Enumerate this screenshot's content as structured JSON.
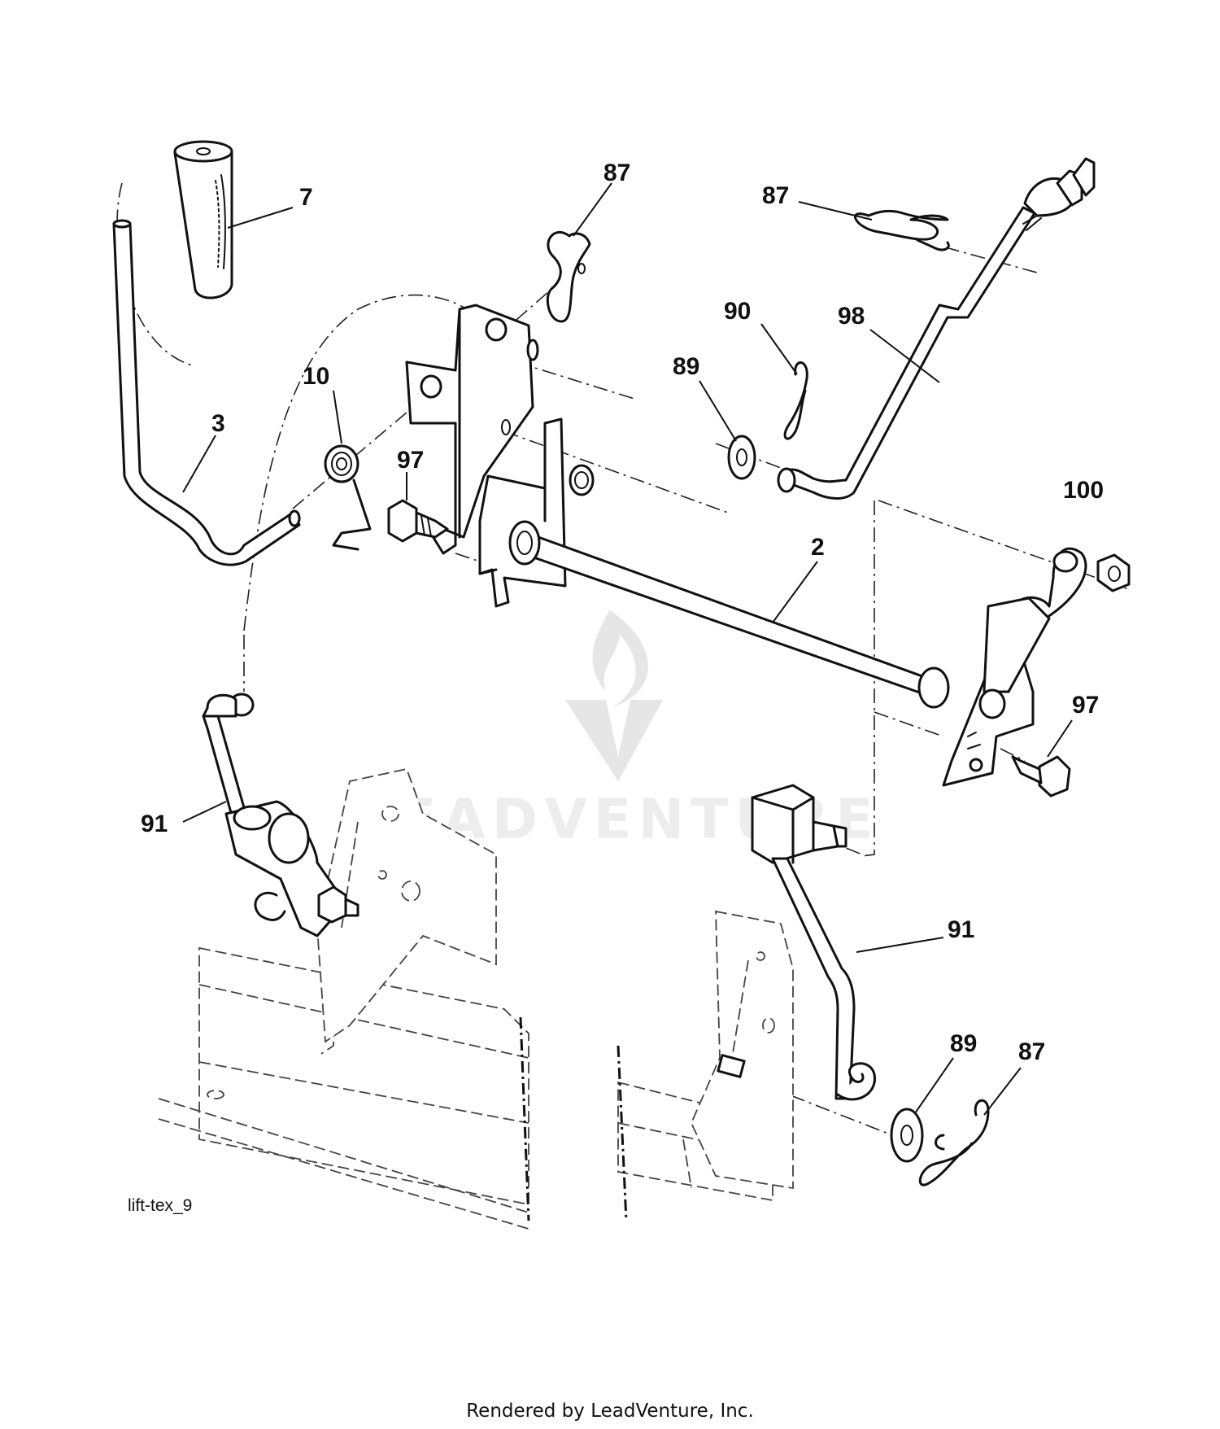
{
  "diagram": {
    "callouts": [
      {
        "id": "c7",
        "label": "7"
      },
      {
        "id": "c87a",
        "label": "87"
      },
      {
        "id": "c87b",
        "label": "87"
      },
      {
        "id": "c90",
        "label": "90"
      },
      {
        "id": "c98",
        "label": "98"
      },
      {
        "id": "c89a",
        "label": "89"
      },
      {
        "id": "c10",
        "label": "10"
      },
      {
        "id": "c3",
        "label": "3"
      },
      {
        "id": "c97a",
        "label": "97"
      },
      {
        "id": "c100",
        "label": "100"
      },
      {
        "id": "c2",
        "label": "2"
      },
      {
        "id": "c97b",
        "label": "97"
      },
      {
        "id": "c91a",
        "label": "91"
      },
      {
        "id": "c91b",
        "label": "91"
      },
      {
        "id": "c89b",
        "label": "89"
      },
      {
        "id": "c87c",
        "label": "87"
      }
    ],
    "figure_id": "lift-tex_9",
    "watermark": "LEADVENTURE",
    "footer": "Rendered by LeadVenture, Inc."
  }
}
